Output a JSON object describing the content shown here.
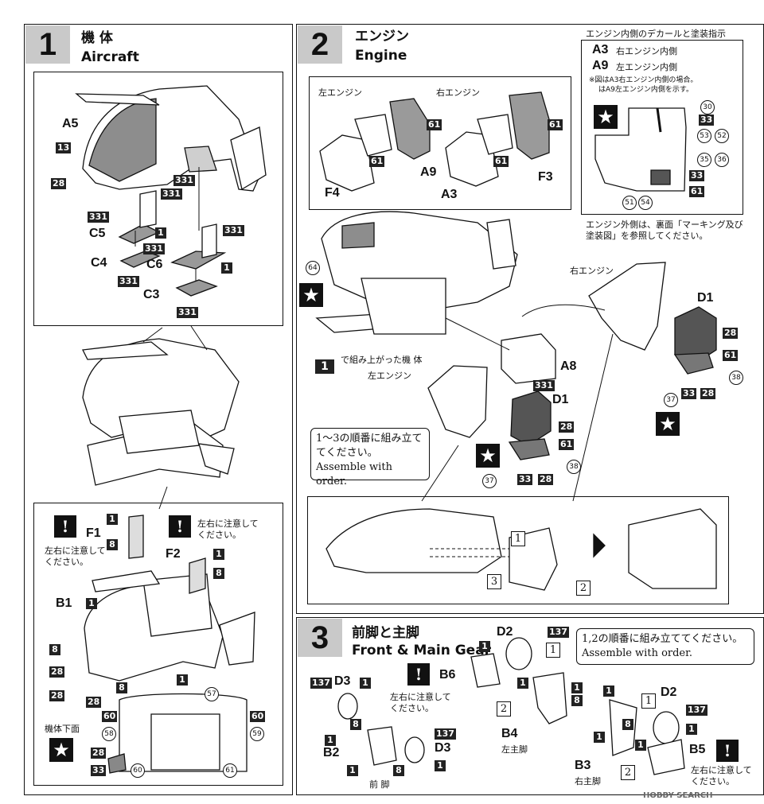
{
  "steps": {
    "s1": {
      "number": "1",
      "title_jp": "機 体",
      "title_en": "Aircraft"
    },
    "s2": {
      "number": "2",
      "title_jp": "エンジン",
      "title_en": "Engine"
    },
    "s3": {
      "number": "3",
      "title_jp": "前脚と主脚",
      "title_en": "Front & Main Gear"
    }
  },
  "engine_inner": {
    "heading": "エンジン内側のデカールと塗装指示",
    "a3_label": "A3",
    "a3_text": "右エンジン内側",
    "a9_label": "A9",
    "a9_text": "左エンジン内側",
    "note1": "※図はA3右エンジン内側の場合。",
    "note2": "はA9左エンジン内側を示す。",
    "outer_note": "エンジン外側は、裏面「マーキング及び塗装図」を参照してください。",
    "callouts": [
      "30",
      "33",
      "53",
      "52",
      "35",
      "36",
      "33",
      "61",
      "51",
      "54"
    ]
  },
  "engine_top": {
    "left_label": "左エンジン",
    "right_label": "右エンジン"
  },
  "engine_main": {
    "right_label": "右エンジン",
    "left_label": "左エンジン",
    "body_note": "で組み上がった機 体",
    "order_note_jp": "1〜3の順番に組み立ててください。",
    "order_note_en": "Assemble with order."
  },
  "gear": {
    "order_note_jp": "1,2の順番に組み立ててください。",
    "order_note_en": "Assemble with order.",
    "front_gear": "前 脚",
    "left_main": "左主脚",
    "right_main": "右主脚",
    "caution": "左右に注意してください。"
  },
  "aircraft": {
    "caution": "左右に注意してください。",
    "underside": "機体下面"
  },
  "parts": {
    "A5": "A5",
    "C5": "C5",
    "C4": "C4",
    "C6": "C6",
    "C3": "C3",
    "F1": "F1",
    "F2": "F2",
    "B1": "B1",
    "F4": "F4",
    "A9": "A9",
    "A3": "A3",
    "F3": "F3",
    "D1": "D1",
    "A8": "A8",
    "D2": "D2",
    "D3": "D3",
    "B6": "B6",
    "B2": "B2",
    "B4": "B4",
    "B3": "B3",
    "B5": "B5"
  },
  "tags": {
    "t13": "13",
    "t28": "28",
    "t331": "331",
    "t1": "1",
    "t8": "8",
    "t60": "60",
    "t33": "33",
    "t61": "61",
    "t137": "137"
  },
  "circles": {
    "c57": "57",
    "c58": "58",
    "c59": "59",
    "c60": "60",
    "c61": "61",
    "c64": "64",
    "c37": "37",
    "c38": "38"
  },
  "watermark": "HOBBY SEARCH"
}
